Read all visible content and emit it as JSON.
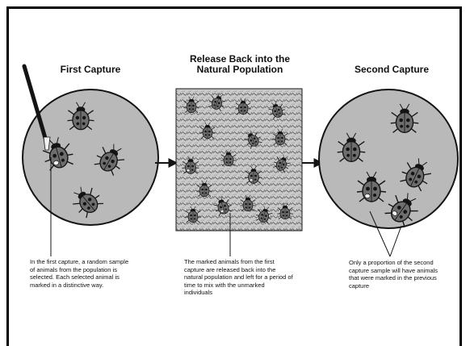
{
  "colors": {
    "frame": "#000000",
    "circle_fill": "#b9b9b9",
    "beetle_shell": "#6e6e6e",
    "beetle_dark": "#141414",
    "marking": "#f2f2f2",
    "texture_bg": "#c9c9c9"
  },
  "panels": {
    "first": {
      "heading": "First Capture",
      "caption": "In the first capture, a random sample of animals from the population is selected. Each selected animal is marked in a distinctive way.",
      "tool": "marker-pen-icon"
    },
    "release": {
      "heading": "Release Back into the Natural Population",
      "caption": "The marked animals from the first capture are released back into the natural population and left for a period of time to mix with the unmarked individuals"
    },
    "second": {
      "heading": "Second Capture",
      "caption": "Only a proportion of the second capture sample will have animals that were marked in the previous capture"
    }
  },
  "icons": {
    "beetle": "ladybird-beetle-icon",
    "arrow": "right-arrow-icon"
  }
}
